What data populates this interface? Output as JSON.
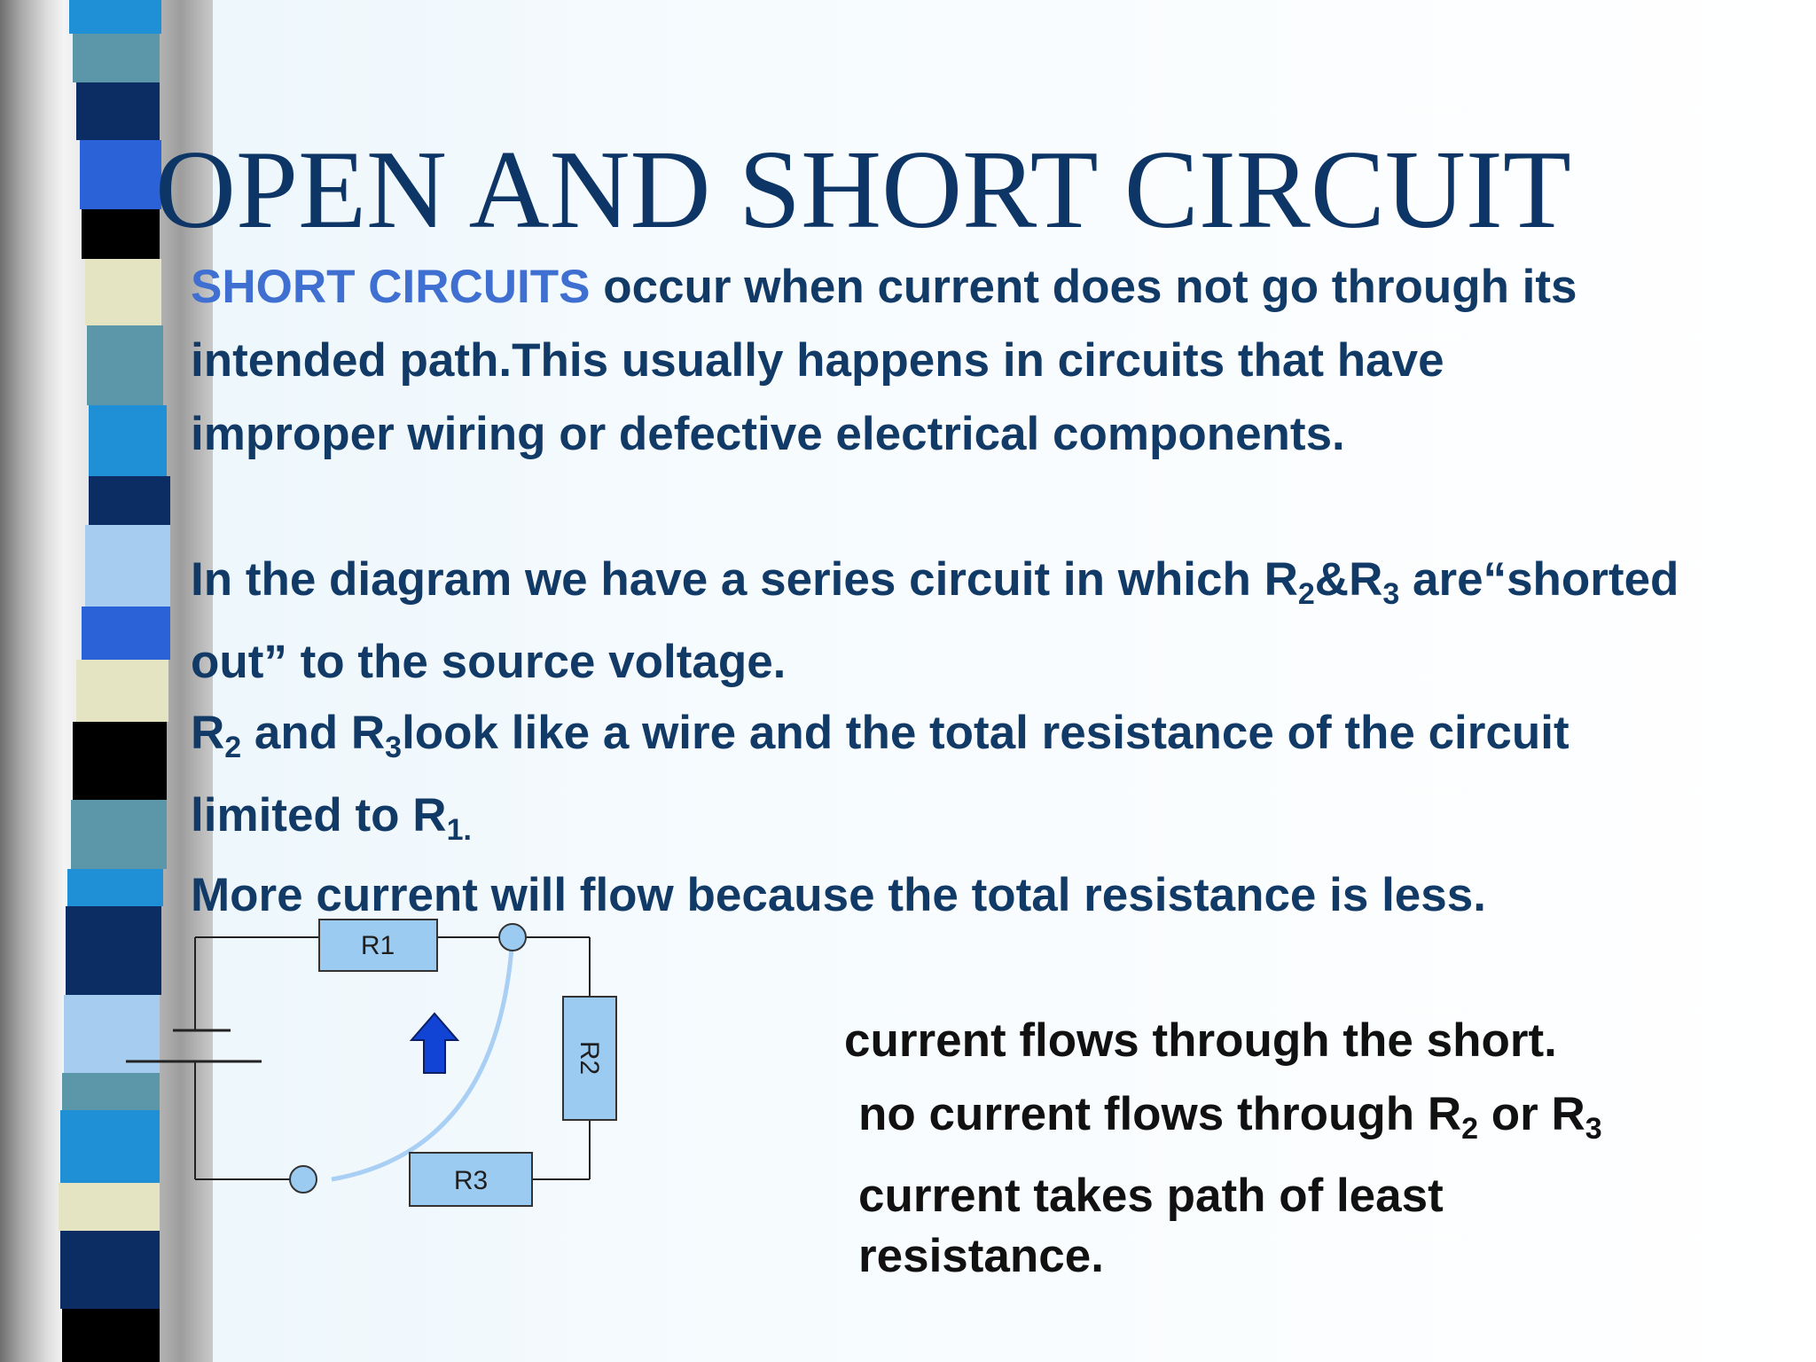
{
  "colors": {
    "title": "#0d3566",
    "body_text": "#123a67",
    "highlight": "#3f6fd0",
    "note_text": "#111111",
    "resistor_fill": "#9ccbf2",
    "arrow_fill": "#1144d4",
    "short_wire": "#a9cff4",
    "stripe_palette": [
      "#1f8fd6",
      "#5b97a9",
      "#0c2d63",
      "#2b62d8",
      "#000000",
      "#e5e4c2",
      "#a6cdf0"
    ]
  },
  "slide": {
    "title": "OPEN AND SHORT CIRCUIT",
    "intro": {
      "term": "SHORT CIRCUITS",
      "line1_rest": " occur when current does not go through its",
      "line2": "intended path.This usually happens in circuits that have",
      "line3": "improper wiring or defective electrical components."
    },
    "diagram_text": {
      "a": "In the diagram we have a series circuit in which R",
      "a_sub": "2",
      "b": "&R",
      "b_sub": "3",
      "c": " are“shorted",
      "line2": "out” to the source voltage."
    },
    "wire_text": {
      "a": "R",
      "a_sub": "2",
      "b": " and R",
      "b_sub": "3",
      "c": "look like a wire and the total resistance of the circuit"
    },
    "limited_text": {
      "a": "limited to R",
      "a_sub": "1."
    },
    "more_current": "More current will flow because the total resistance is less."
  },
  "circuit": {
    "labels": {
      "r1": "R1",
      "r2": "R2",
      "r3": "R3"
    }
  },
  "notes": {
    "line1": "current flows through the short.",
    "line2_a": "no current  flows through R",
    "line2_sub1": "2",
    "line2_b": " or R",
    "line2_sub2": "3",
    "line3a": "current takes path of least",
    "line3b": "resistance."
  }
}
